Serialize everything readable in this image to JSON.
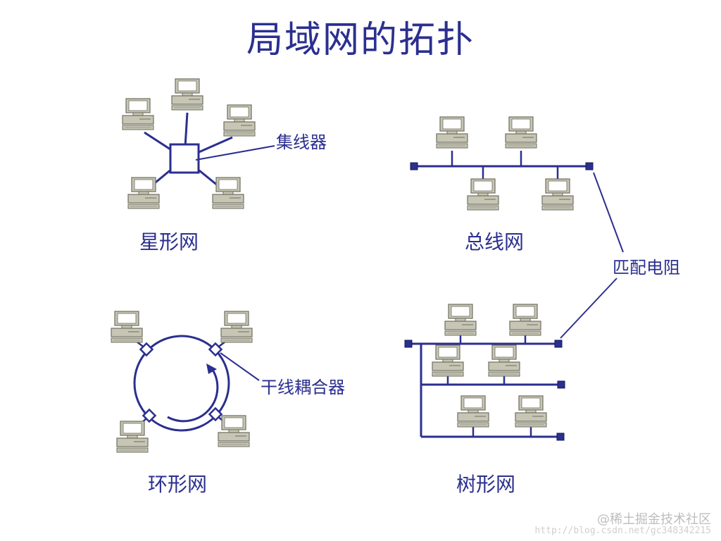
{
  "title": "局域网的拓扑",
  "topologies": {
    "star": "星形网",
    "bus": "总线网",
    "ring": "环形网",
    "tree": "树形网"
  },
  "callouts": {
    "hub": "集线器",
    "terminator": "匹配电阻",
    "coupler": "干线耦合器"
  },
  "watermark": {
    "brand": "@稀土掘金技术社区",
    "url": "http://blog.csdn.net/gc348342215"
  },
  "colors": {
    "line": "#2b2f8f",
    "computer_body": "#c7c6b4",
    "computer_edge": "#6e6e62",
    "screen": "#ffffff"
  },
  "icons": [
    "computer-icon",
    "hub-icon",
    "terminator-icon",
    "coupler-icon",
    "ring-arrow-icon"
  ]
}
